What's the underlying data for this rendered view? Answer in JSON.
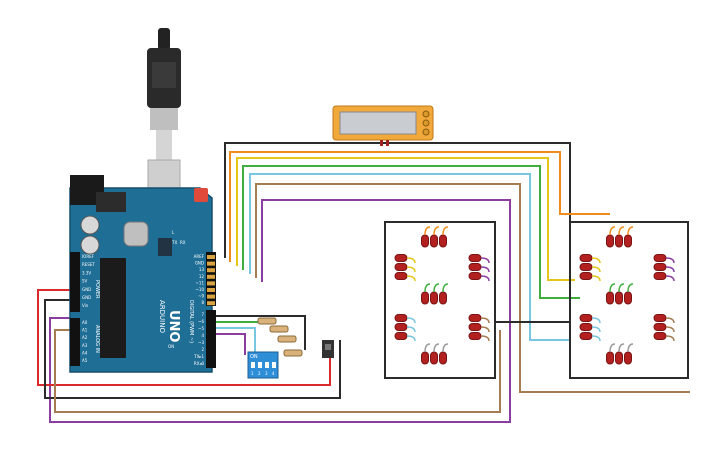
{
  "board": {
    "brand": "ARDUINO",
    "model": "UNO",
    "power_header": "POWER",
    "analog_header": "ANALOG IN",
    "digital_header": "DIGITAL (PWM ~)",
    "tx_label": "TX",
    "rx_label": "RX",
    "l_label": "L",
    "on_label": "ON",
    "power_pins": [
      "IOREF",
      "RESET",
      "3.3V",
      "5V",
      "GND",
      "GND",
      "Vin"
    ],
    "analog_pins": [
      "A0",
      "A1",
      "A2",
      "A3",
      "A4",
      "A5"
    ],
    "digital_top_pins": [
      "AREF",
      "GND",
      "13",
      "12",
      "~11",
      "~10",
      "~9",
      "8"
    ],
    "digital_bottom_pins": [
      "7",
      "~6",
      "~5",
      "4",
      "~3",
      "2",
      "TX▸1",
      "RX◂0"
    ]
  },
  "dip_switch": {
    "on_label": "ON",
    "positions": [
      "1",
      "2",
      "3",
      "4"
    ]
  },
  "colors": {
    "wire_black": "#2b2b2b",
    "wire_red": "#d92b2b",
    "wire_orange": "#f08c1c",
    "wire_yellow": "#e6c619",
    "wire_green": "#3fae3f",
    "wire_cyan": "#78c6e0",
    "wire_brown": "#a67c52",
    "wire_purple": "#8c3ea0",
    "wire_grey": "#9a9a9a",
    "board_blue": "#1f6e96",
    "led_red": "#b32020",
    "lcd_frame": "#f2a93b"
  }
}
